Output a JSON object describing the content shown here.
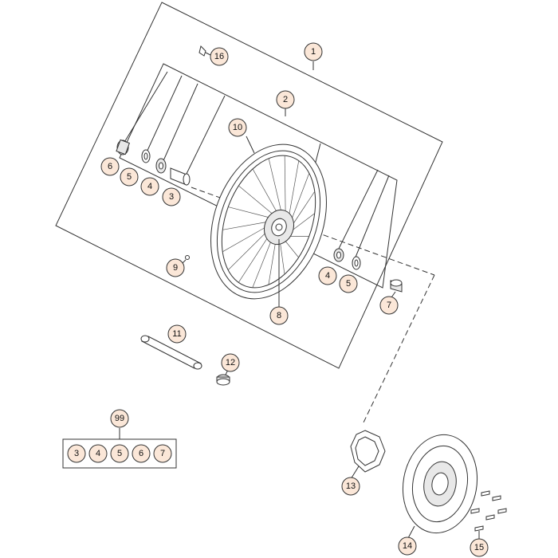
{
  "callouts": {
    "c1": "1",
    "c2": "2",
    "c3a": "3",
    "c4a": "4",
    "c5a": "5",
    "c6": "6",
    "c7": "7",
    "c8": "8",
    "c9": "9",
    "c10": "10",
    "c11": "11",
    "c12": "12",
    "c13": "13",
    "c14": "14",
    "c15": "15",
    "c16": "16",
    "c4b": "4",
    "c5b": "5",
    "c99": "99"
  },
  "kit_99": [
    "3",
    "4",
    "5",
    "6",
    "7"
  ],
  "colors": {
    "callout_fill": "#fbe7d8",
    "line": "#333333"
  }
}
